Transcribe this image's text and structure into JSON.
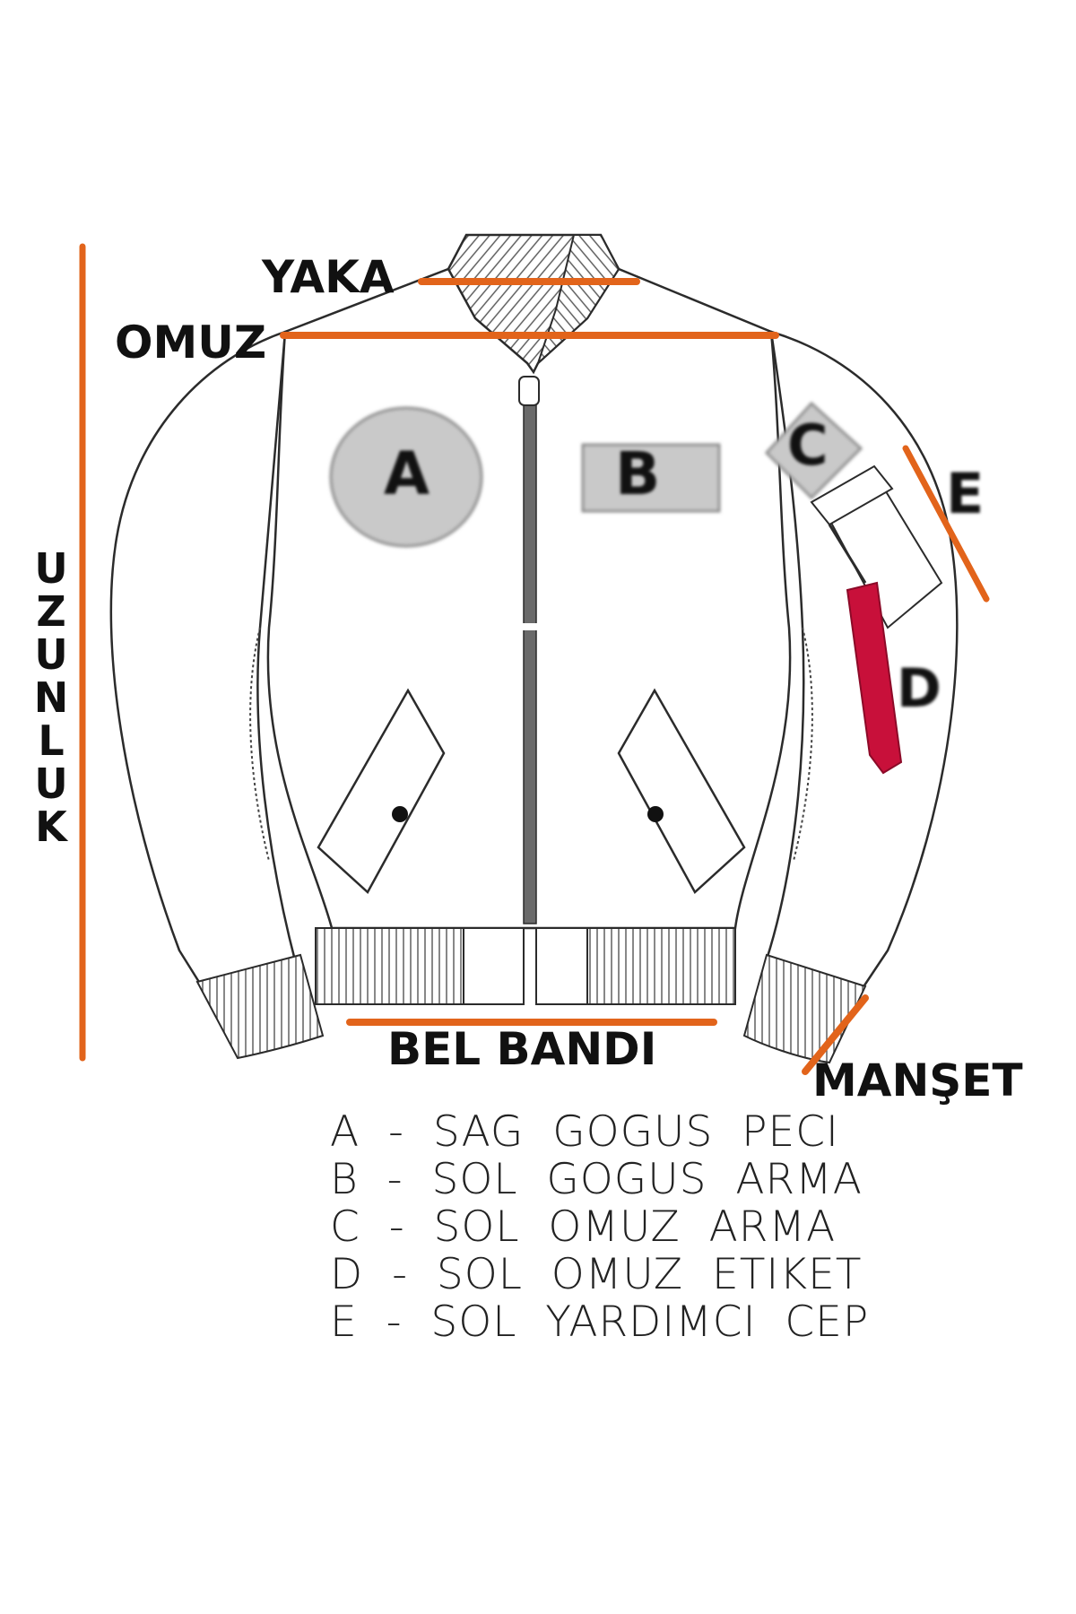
{
  "colors": {
    "measure_line": "#e2641b",
    "outline": "#2b2b2b",
    "patch_fill": "#c9c9c9",
    "tag_red": "#c8103a",
    "text": "#111111"
  },
  "measurements": {
    "yaka": "YAKA",
    "omuz": "OMUZ",
    "uzunluk": "UZUNLUK",
    "bel_bandi": "BEL BANDI",
    "manset": "MANŞET"
  },
  "patches": {
    "a": "A",
    "b": "B",
    "c": "C",
    "d": "D",
    "e": "E"
  },
  "legend": [
    "A  -  SAG  GOGUS  PECI",
    "B  -  SOL  GOGUS  ARMA",
    "C  -  SOL  OMUZ  ARMA",
    "D  -  SOL  OMUZ  ETIKET",
    "E  -  SOL  YARDIMCI  CEP"
  ]
}
